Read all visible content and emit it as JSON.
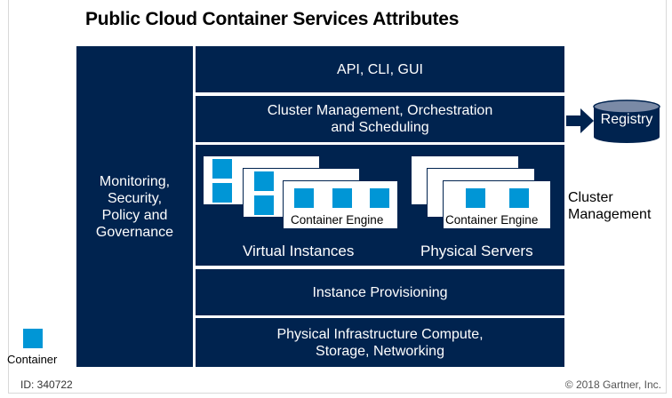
{
  "title": "Public Cloud Container Services Attributes",
  "left_column": {
    "label": "Monitoring,\nSecurity,\nPolicy and\nGovernance"
  },
  "layers": {
    "api": "API, CLI, GUI",
    "cluster_management": "Cluster Management, Orchestration\nand Scheduling",
    "instance_provisioning": "Instance Provisioning",
    "physical_infrastructure": "Physical Infrastructure Compute,\nStorage, Networking"
  },
  "runtime": {
    "virtual": {
      "label": "Virtual Instances",
      "engine_label": "Container Engine"
    },
    "physical": {
      "label": "Physical Servers",
      "engine_label": "Container Engine"
    }
  },
  "registry": {
    "label": "Registry"
  },
  "cluster_side_label": "Cluster\nManagement",
  "legend": {
    "label": "Container",
    "color": "#0096d6"
  },
  "colors": {
    "navy": "#00234f",
    "container": "#0096d6"
  },
  "footer": {
    "id": "ID: 340722",
    "copyright": "© 2018 Gartner, Inc."
  }
}
